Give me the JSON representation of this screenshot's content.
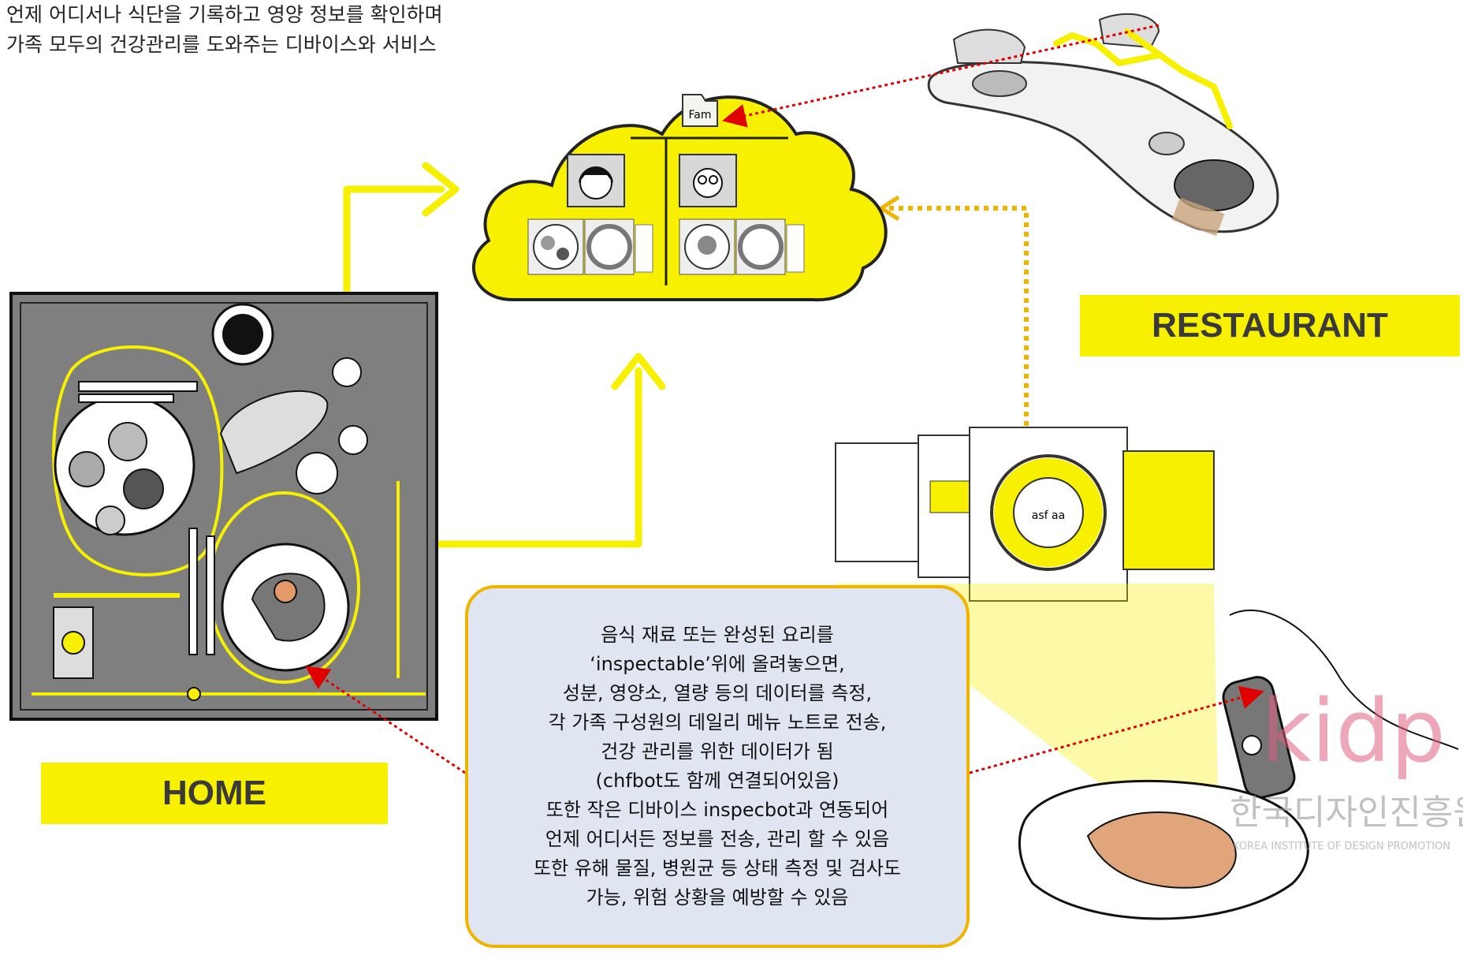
{
  "intro": {
    "lines": [
      "언제 어디서나 식단을 기록하고 영양 정보를 확인하며",
      "가족 모두의 건강관리를 도와주는 디바이스와 서비스"
    ]
  },
  "labels": {
    "home": "HOME",
    "restaurant": "RESTAURANT"
  },
  "cloud": {
    "folder_label": "Fam"
  },
  "callout": {
    "lines": [
      "음식 재료 또는 완성된 요리를",
      "‘inspectable’위에 올려놓으면,",
      "성분, 영양소, 열량 등의 데이터를 측정,",
      "각 가족 구성원의 데일리 메뉴 노트로 전송,",
      "건강 관리를 위한 데이터가 됨",
      "(chfbot도 함께 연결되어있음)",
      "또한 작은 디바이스 inspecbot과 연동되어",
      "언제 어디서든 정보를 전송, 관리 할 수 있음",
      "또한 유해 물질, 병원균 등 상태 측정 및 검사도",
      "가능, 위험 상황을 예방할 수 있음"
    ]
  },
  "screen_sketch": {
    "chart_text": "asf  aa"
  },
  "watermark": {
    "logo": "kidp",
    "korean": "한국디자인진흥원",
    "english": "KOREA INSTITUTE OF DESIGN PROMOTION"
  },
  "colors": {
    "accent_yellow": "#f7f000",
    "arrow_red": "#e00000",
    "callout_border": "#f0b400",
    "callout_fill": "#dfe6f1",
    "table_gray": "#808080",
    "watermark_pink": "#e06080"
  }
}
